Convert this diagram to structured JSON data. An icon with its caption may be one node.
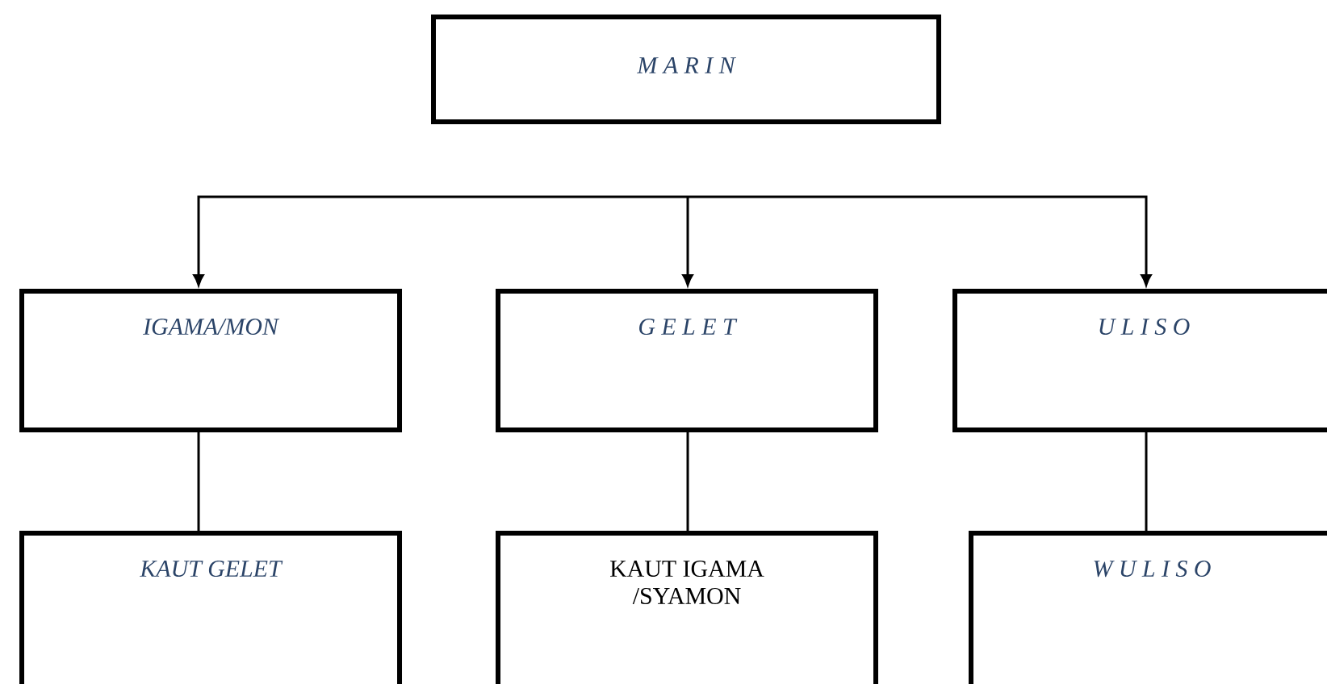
{
  "diagram": {
    "nodes": [
      {
        "text": [
          "M A R I N"
        ]
      },
      {
        "text": [
          "IGAMA/MON"
        ]
      },
      {
        "text": [
          "G E L E T"
        ]
      },
      {
        "text": [
          "U L I S O"
        ]
      },
      {
        "text": [
          "KAUT GELET"
        ]
      },
      {
        "text": [
          "KAUT IGAMA /SYAMON"
        ]
      },
      {
        "text": [
          "W U L I S O"
        ]
      }
    ],
    "edges": [
      {
        "from": null,
        "to": 1,
        "arrow": "to"
      },
      {
        "from": null,
        "to": 2,
        "arrow": "to"
      },
      {
        "from": null,
        "to": 3,
        "arrow": "to"
      },
      {
        "from": 1,
        "to": 4,
        "arrow": "none"
      },
      {
        "from": 2,
        "to": 5,
        "arrow": "none"
      },
      {
        "from": 3,
        "to": 6,
        "arrow": "none"
      }
    ]
  }
}
